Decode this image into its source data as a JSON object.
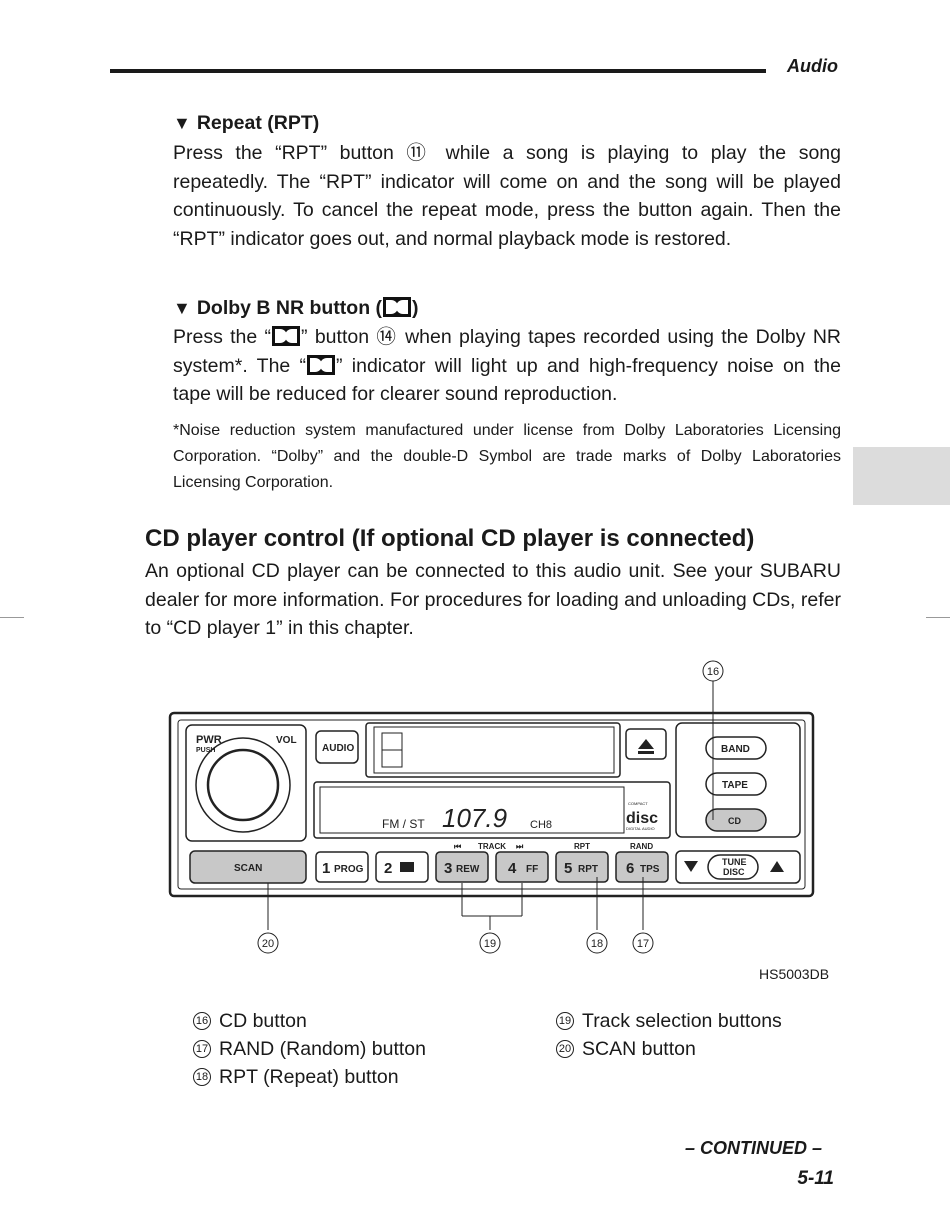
{
  "header": {
    "section": "Audio"
  },
  "repeat": {
    "heading": "Repeat (RPT)",
    "ref": "⑪",
    "text_before": "Press the “RPT” button",
    "text_after": "while a song is playing to play the song repeatedly. The “RPT” indicator will come on and the song will be played continuously. To cancel the repeat mode, press the button again. Then the “RPT” indicator goes out, and normal playback mode is restored."
  },
  "dolby": {
    "heading_prefix": "Dolby B NR button (",
    "heading_suffix": ")",
    "p1_a": "Press the “",
    "p1_b": "” button",
    "ref": "⑭",
    "p1_c": "when playing tapes recorded using the Dolby NR system*. The “",
    "p1_d": "” indicator will light up and high-frequency noise on the tape will be reduced for clearer sound reproduction.",
    "footnote": "*Noise reduction system manufactured under license from Dolby Laboratories Licensing Corporation. “Dolby” and the double-D Symbol are trade marks of Dolby Laboratories Licensing Corporation."
  },
  "cd": {
    "heading": "CD player control (If optional CD player is connected)",
    "text": "An optional CD player can be connected to this audio unit. See your SUBARU dealer for more information. For procedures for loading and unloading CDs, refer to “CD player 1” in this chapter."
  },
  "figure": {
    "code": "HS5003DB",
    "labels": {
      "pwr": "PWR",
      "push": "PUSH",
      "vol": "VOL",
      "audio": "AUDIO",
      "band": "BAND",
      "tape": "TAPE",
      "cd": "CD",
      "display_band": "FM / ST",
      "display_freq": "107.9",
      "display_ch": "CH8",
      "disc_logo_top": "COMPACT",
      "disc_logo": "disc",
      "disc_logo_bottom": "DIGITAL AUDIO",
      "track": "TRACK",
      "rpt": "RPT",
      "rand": "RAND",
      "scan": "SCAN",
      "b1": "1",
      "b1s": "PROG",
      "b2": "2",
      "b3": "3",
      "b3s": "REW",
      "b4": "4",
      "b4s": "FF",
      "b5": "5",
      "b5s": "RPT",
      "b6": "6",
      "b6s": "TPS",
      "tune": "TUNE",
      "disc": "DISC"
    },
    "callouts": {
      "c16": "16",
      "c17": "17",
      "c18": "18",
      "c19": "19",
      "c20": "20"
    }
  },
  "legend": [
    {
      "num": "16",
      "text": "CD button"
    },
    {
      "num": "17",
      "text": "RAND (Random) button"
    },
    {
      "num": "18",
      "text": "RPT (Repeat) button"
    },
    {
      "num": "19",
      "text": "Track selection buttons"
    },
    {
      "num": "20",
      "text": "SCAN button"
    }
  ],
  "footer": {
    "continued": "– CONTINUED –",
    "page": "5-11"
  }
}
